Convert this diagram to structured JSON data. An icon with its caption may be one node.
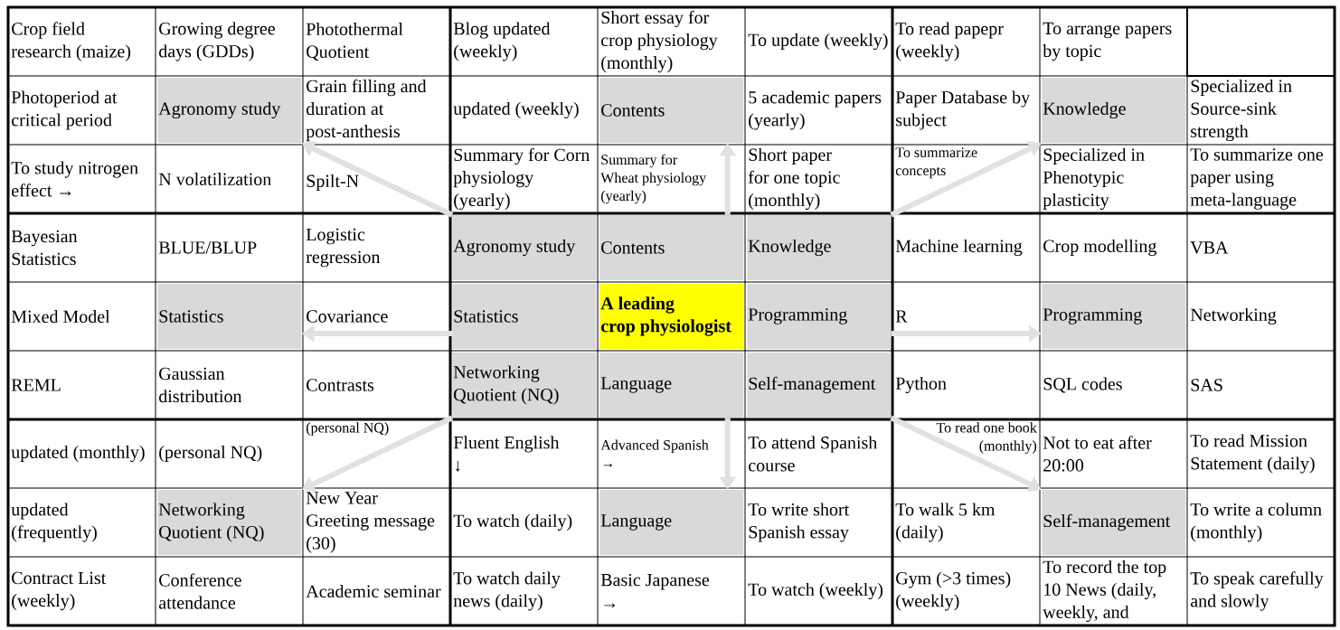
{
  "diagram": {
    "nodes": [
      {
        "text": [
          "Crop field research (maize)"
        ]
      },
      {
        "text": [
          "Growing degree days (GDDs)"
        ]
      },
      {
        "text": [
          "Photothermal Quotient"
        ]
      },
      {
        "text": [
          "Blog updated (weekly)"
        ]
      },
      {
        "text": [
          "Short essay for crop physiology (monthly)"
        ]
      },
      {
        "text": [
          "To update (weekly)"
        ]
      },
      {
        "text": [
          "To read papepr (weekly)"
        ]
      },
      {
        "text": [
          "To arrange papers by topic"
        ]
      },
      {
        "text": [],
        "shape": "box"
      },
      {
        "text": [
          "Photoperiod at critical period"
        ]
      },
      {
        "text": [
          "Agronomy study"
        ]
      },
      {
        "text": [
          "Grain filling and duration at post-anthesis"
        ]
      },
      {
        "text": [
          "updated (weekly)"
        ]
      },
      {
        "text": [
          "Contents"
        ]
      },
      {
        "text": [
          "5 academic papers (yearly)"
        ]
      },
      {
        "text": [
          "Paper Database by subject"
        ]
      },
      {
        "text": [
          "Knowledge"
        ]
      },
      {
        "text": [
          "Specialized in Source-sink strength"
        ]
      },
      {
        "text": [
          "To study nitrogen effect →"
        ]
      },
      {
        "text": [
          "N volatilization"
        ]
      },
      {
        "text": [
          "Spilt-N"
        ]
      },
      {
        "text": [
          "Summary for Corn physiology (yearly)"
        ]
      },
      {
        "text": [
          "Summary for Wheat physiology (yearly)"
        ]
      },
      {
        "text": [
          "Short paper for one topic (monthly)"
        ]
      },
      {
        "text": [
          "To summarize concepts"
        ]
      },
      {
        "text": [
          "Specialized in Phenotypic plasticity"
        ]
      },
      {
        "text": [
          "To summarize one paper using meta-language"
        ]
      },
      {
        "text": [
          "Bayesian Statistics"
        ]
      },
      {
        "text": [
          "BLUE/BLUP"
        ]
      },
      {
        "text": [
          "Logistic regression"
        ]
      },
      {
        "text": [
          "Agronomy study"
        ]
      },
      {
        "text": [
          "Contents"
        ]
      },
      {
        "text": [
          "Knowledge"
        ]
      },
      {
        "text": [
          "Machine learning"
        ]
      },
      {
        "text": [
          "Crop modelling"
        ]
      },
      {
        "text": [
          "VBA"
        ]
      },
      {
        "text": [
          "Mixed Model"
        ]
      },
      {
        "text": [
          "Statistics"
        ]
      },
      {
        "text": [
          "Covariance"
        ]
      },
      {
        "text": [
          "Statistics"
        ]
      },
      {
        "text": [
          "A leading crop physiologist"
        ]
      },
      {
        "text": [
          "Programming"
        ]
      },
      {
        "text": [
          "R"
        ]
      },
      {
        "text": [
          "Programming"
        ]
      },
      {
        "text": [
          "Networking"
        ]
      },
      {
        "text": [
          "REML"
        ]
      },
      {
        "text": [
          "Gaussian distribution"
        ]
      },
      {
        "text": [
          "Contrasts"
        ]
      },
      {
        "text": [
          "Networking Quotient (NQ)"
        ]
      },
      {
        "text": [
          "Language"
        ]
      },
      {
        "text": [
          "Self-management"
        ]
      },
      {
        "text": [
          "Python"
        ]
      },
      {
        "text": [
          "SQL codes"
        ]
      },
      {
        "text": [
          "SAS"
        ]
      },
      {
        "text": [
          "updated (monthly)"
        ]
      },
      {
        "text": [
          "(personal NQ)"
        ]
      },
      {
        "text": [
          "(personal NQ)"
        ]
      },
      {
        "text": [
          "Fluent English ↓"
        ]
      },
      {
        "text": [
          "Advanced Spanish →"
        ]
      },
      {
        "text": [
          "To attend Spanish course"
        ]
      },
      {
        "text": [
          "To read one book (monthly)"
        ]
      },
      {
        "text": [
          "Not to eat after 20:00"
        ]
      },
      {
        "text": [
          "To read Mission Statement (daily)"
        ]
      },
      {
        "text": [
          "updated (frequently)"
        ]
      },
      {
        "text": [
          "Networking Quotient (NQ)"
        ]
      },
      {
        "text": [
          "New Year Greeting message (30)"
        ]
      },
      {
        "text": [
          "To watch (daily)"
        ]
      },
      {
        "text": [
          "Language"
        ]
      },
      {
        "text": [
          "To write short Spanish essay"
        ]
      },
      {
        "text": [
          "To walk 5 km (daily)"
        ]
      },
      {
        "text": [
          "Self-management"
        ]
      },
      {
        "text": [
          "To write a column (monthly)"
        ]
      },
      {
        "text": [
          "Contract List (weekly)"
        ]
      },
      {
        "text": [
          "Conference attendance"
        ]
      },
      {
        "text": [
          "Academic seminar"
        ]
      },
      {
        "text": [
          "To watch daily news (daily)"
        ]
      },
      {
        "text": [
          "Basic Japanese →"
        ]
      },
      {
        "text": [
          "To watch (weekly)"
        ]
      },
      {
        "text": [
          "Gym (>3 times) (weekly)"
        ]
      },
      {
        "text": [
          "To record the top 10 News (daily, weekly, and"
        ]
      },
      {
        "text": [
          "To speak carefully and slowly"
        ]
      }
    ],
    "edges": [
      {
        "from": 30,
        "to": 10,
        "arrow": "to"
      },
      {
        "from": 31,
        "to": 13,
        "arrow": "to"
      },
      {
        "from": 32,
        "to": 16,
        "arrow": "to"
      },
      {
        "from": 39,
        "to": 37,
        "arrow": "to"
      },
      {
        "from": 41,
        "to": 43,
        "arrow": "to"
      },
      {
        "from": 48,
        "to": 64,
        "arrow": "to"
      },
      {
        "from": 49,
        "to": 67,
        "arrow": "to"
      },
      {
        "from": 50,
        "to": 70,
        "arrow": "to"
      }
    ]
  }
}
